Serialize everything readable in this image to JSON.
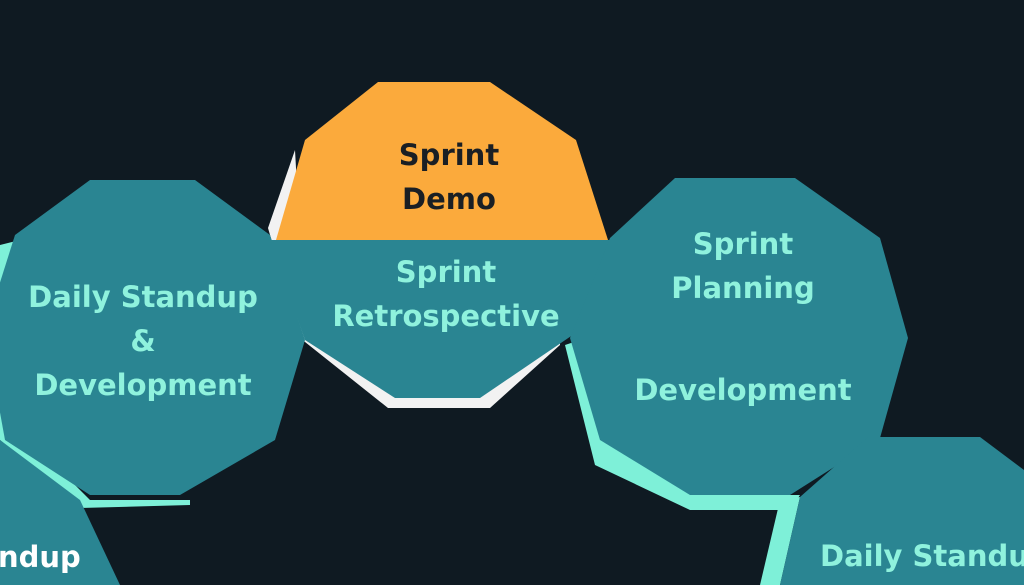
{
  "colors": {
    "background": "#0f1a22",
    "teal": "#2a8592",
    "mint": "#7ef0d8",
    "orange": "#fbaa3c",
    "white": "#f2f2f2",
    "mint_text": "#8ff2dd",
    "dark_text": "#1a1f24"
  },
  "nodes": {
    "sprint_demo": {
      "line1": "Sprint",
      "line2": "Demo"
    },
    "sprint_retrospective": {
      "line1": "Sprint",
      "line2": "Retrospective"
    },
    "daily_standup_left": {
      "line1": "Daily Standup",
      "line2": "&",
      "line3": "Development"
    },
    "sprint_planning": {
      "line1": "Sprint",
      "line2": "Planning",
      "line3": "Development"
    },
    "daily_standup_bottom_right": {
      "line1": "Daily Standup"
    },
    "daily_standup_bottom_left": {
      "line1": "ndup"
    }
  }
}
